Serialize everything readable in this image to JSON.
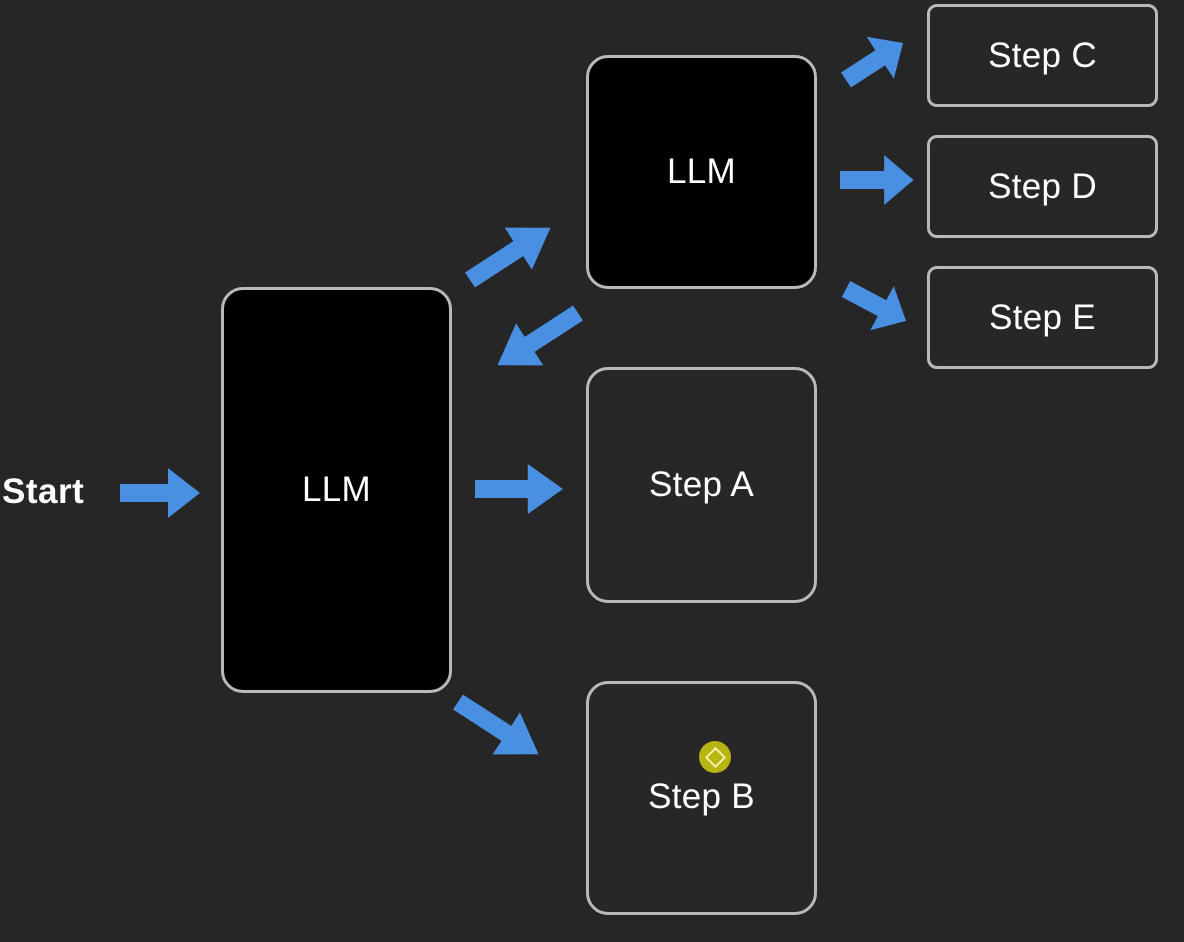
{
  "diagram": {
    "start_label": "Start",
    "nodes": {
      "llm_main": "LLM",
      "llm_router": "LLM",
      "step_a": "Step A",
      "step_b": "Step B",
      "step_c": "Step C",
      "step_d": "Step D",
      "step_e": "Step E"
    },
    "arrow_color": "#4a90e2",
    "node_border_color": "#b9b9b9",
    "background_color": "#262626"
  }
}
